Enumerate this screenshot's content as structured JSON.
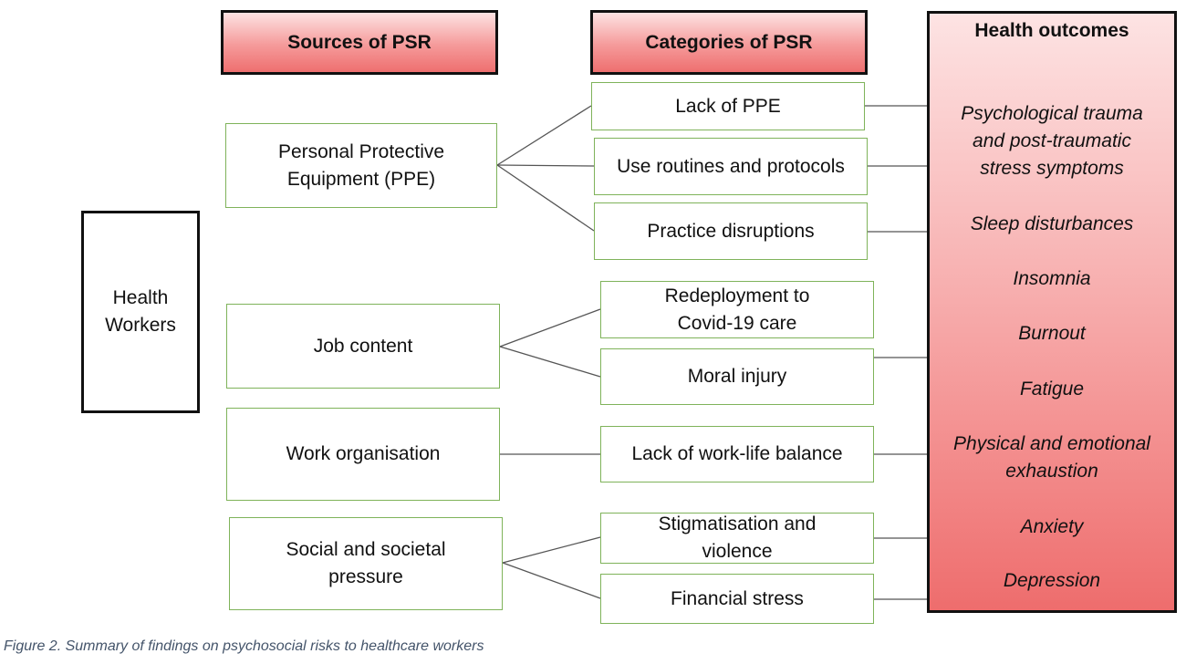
{
  "headers": {
    "sources": "Sources of PSR",
    "categories": "Categories of PSR",
    "outcomes": "Health outcomes"
  },
  "root": {
    "line1": "Health",
    "line2": "Workers"
  },
  "sources": [
    {
      "line1": "Personal Protective",
      "line2": "Equipment (PPE)"
    },
    {
      "line1": "Job content",
      "line2": ""
    },
    {
      "line1": "Work organisation",
      "line2": ""
    },
    {
      "line1": "Social and societal",
      "line2": "pressure"
    }
  ],
  "categories": [
    {
      "line1": "Lack of PPE",
      "line2": ""
    },
    {
      "line1": "Use routines and protocols",
      "line2": ""
    },
    {
      "line1": "Practice disruptions",
      "line2": ""
    },
    {
      "line1": "Redeployment to",
      "line2": "Covid-19 care"
    },
    {
      "line1": "Moral injury",
      "line2": ""
    },
    {
      "line1": "Lack of work-life balance",
      "line2": ""
    },
    {
      "line1": "Stigmatisation and",
      "line2": "violence"
    },
    {
      "line1": "Financial stress",
      "line2": ""
    }
  ],
  "outcomes": [
    {
      "line1": "Psychological trauma",
      "line2": "and post-traumatic",
      "line3": "stress symptoms"
    },
    {
      "line1": "Sleep disturbances"
    },
    {
      "line1": "Insomnia"
    },
    {
      "line1": "Burnout"
    },
    {
      "line1": "Fatigue"
    },
    {
      "line1": "Physical and emotional",
      "line2": "exhaustion"
    },
    {
      "line1": "Anxiety"
    },
    {
      "line1": "Depression"
    }
  ],
  "caption": "Figure 2. Summary of findings on psychosocial risks to healthcare workers"
}
